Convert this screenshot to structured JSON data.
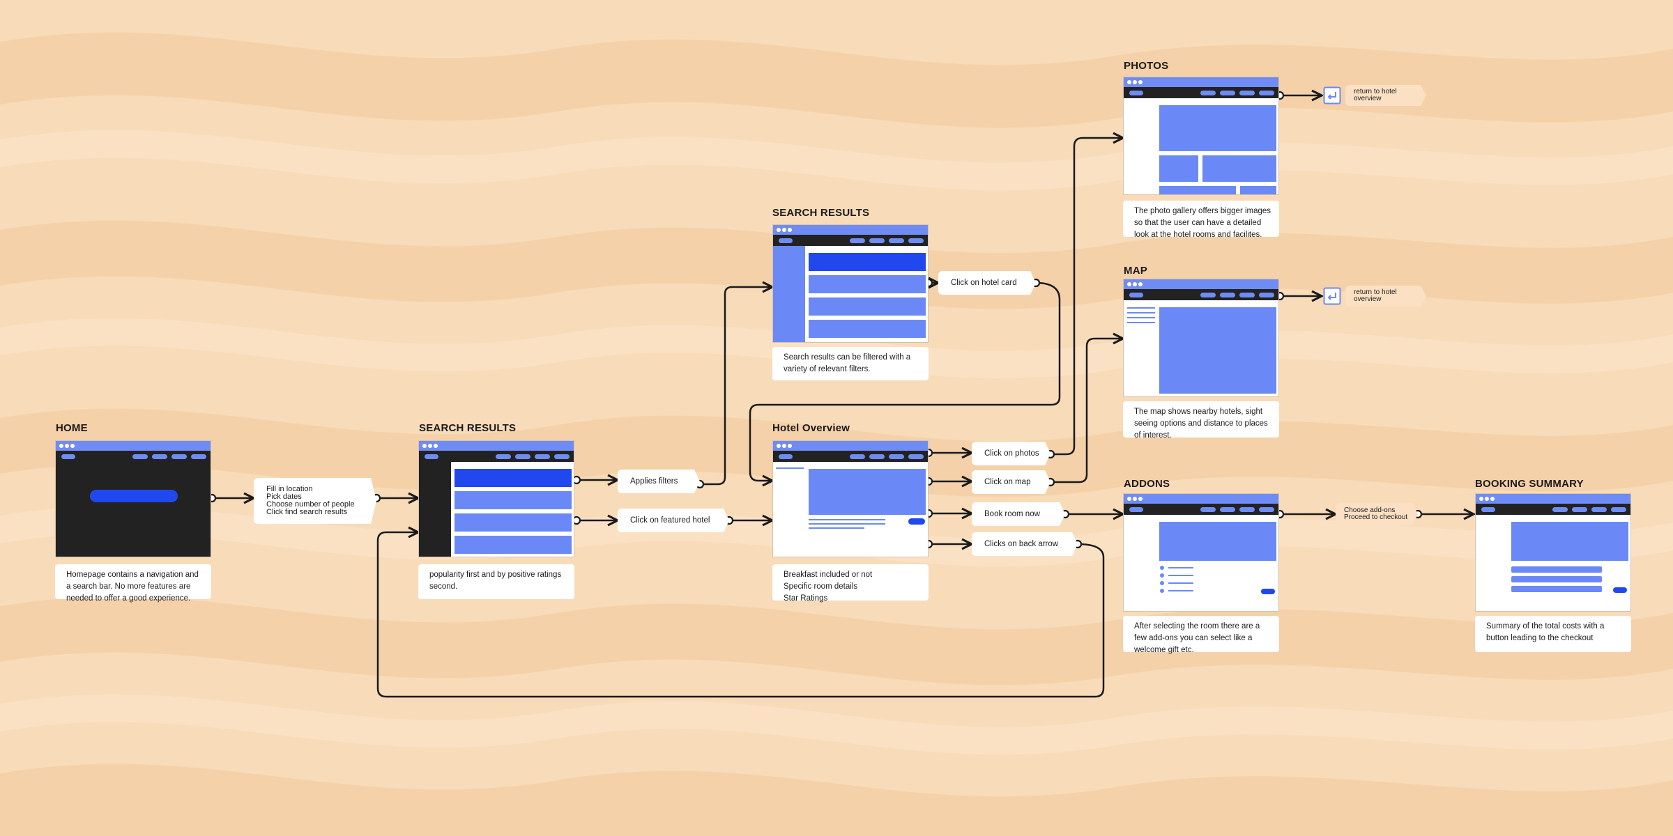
{
  "screens": {
    "home": {
      "title": "HOME",
      "description": "Homepage contains a navigation and a search bar. No more features are needed to offer a good experience."
    },
    "search1": {
      "title": "SEARCH RESULTS",
      "description": "popularity first and by positive ratings second."
    },
    "search2": {
      "title": "SEARCH RESULTS",
      "description": "Search results can be filtered with a variety of relevant filters."
    },
    "hotel": {
      "title": "Hotel Overview",
      "description": "Breakfast included or not\nSpecific room details\nStar Ratings"
    },
    "photos": {
      "title": "PHOTOS",
      "description": "The photo gallery offers bigger images so that the user can have a detailed look at the hotel rooms and facilites."
    },
    "map": {
      "title": "MAP",
      "description": "The map shows nearby hotels, sight seeing options and distance to places of interest."
    },
    "addons": {
      "title": "ADDONS",
      "description": "After selecting the room there are a few add-ons you can select like a welcome gift etc."
    },
    "summary": {
      "title": "BOOKING SUMMARY",
      "description": "Summary of the total costs with a button leading to the checkout"
    }
  },
  "actions": {
    "home_steps": [
      "Fill in location",
      "Pick dates",
      "Choose number of people",
      "Click find search results"
    ],
    "applies_filters": "Applies filters",
    "click_featured_hotel": "Click on featured hotel",
    "click_hotel_card": "Click on hotel card",
    "click_photos": "Click on photos",
    "click_map": "Click on map",
    "book_room_now": "Book room now",
    "clicks_back_arrow": "Clicks on back arrow",
    "addons_steps": [
      "Choose add-ons",
      "Proceed to checkout"
    ],
    "return_photos": "return to hotel overview",
    "return_map": "return to hotel overview"
  },
  "icons": {
    "return": "return-arrow-icon"
  },
  "colors": {
    "accent": "#6b89f6",
    "accent_dark": "#2148ee",
    "nav_dark": "#222222",
    "background": "#f7d6b1",
    "connector": "#1a1a1a"
  }
}
